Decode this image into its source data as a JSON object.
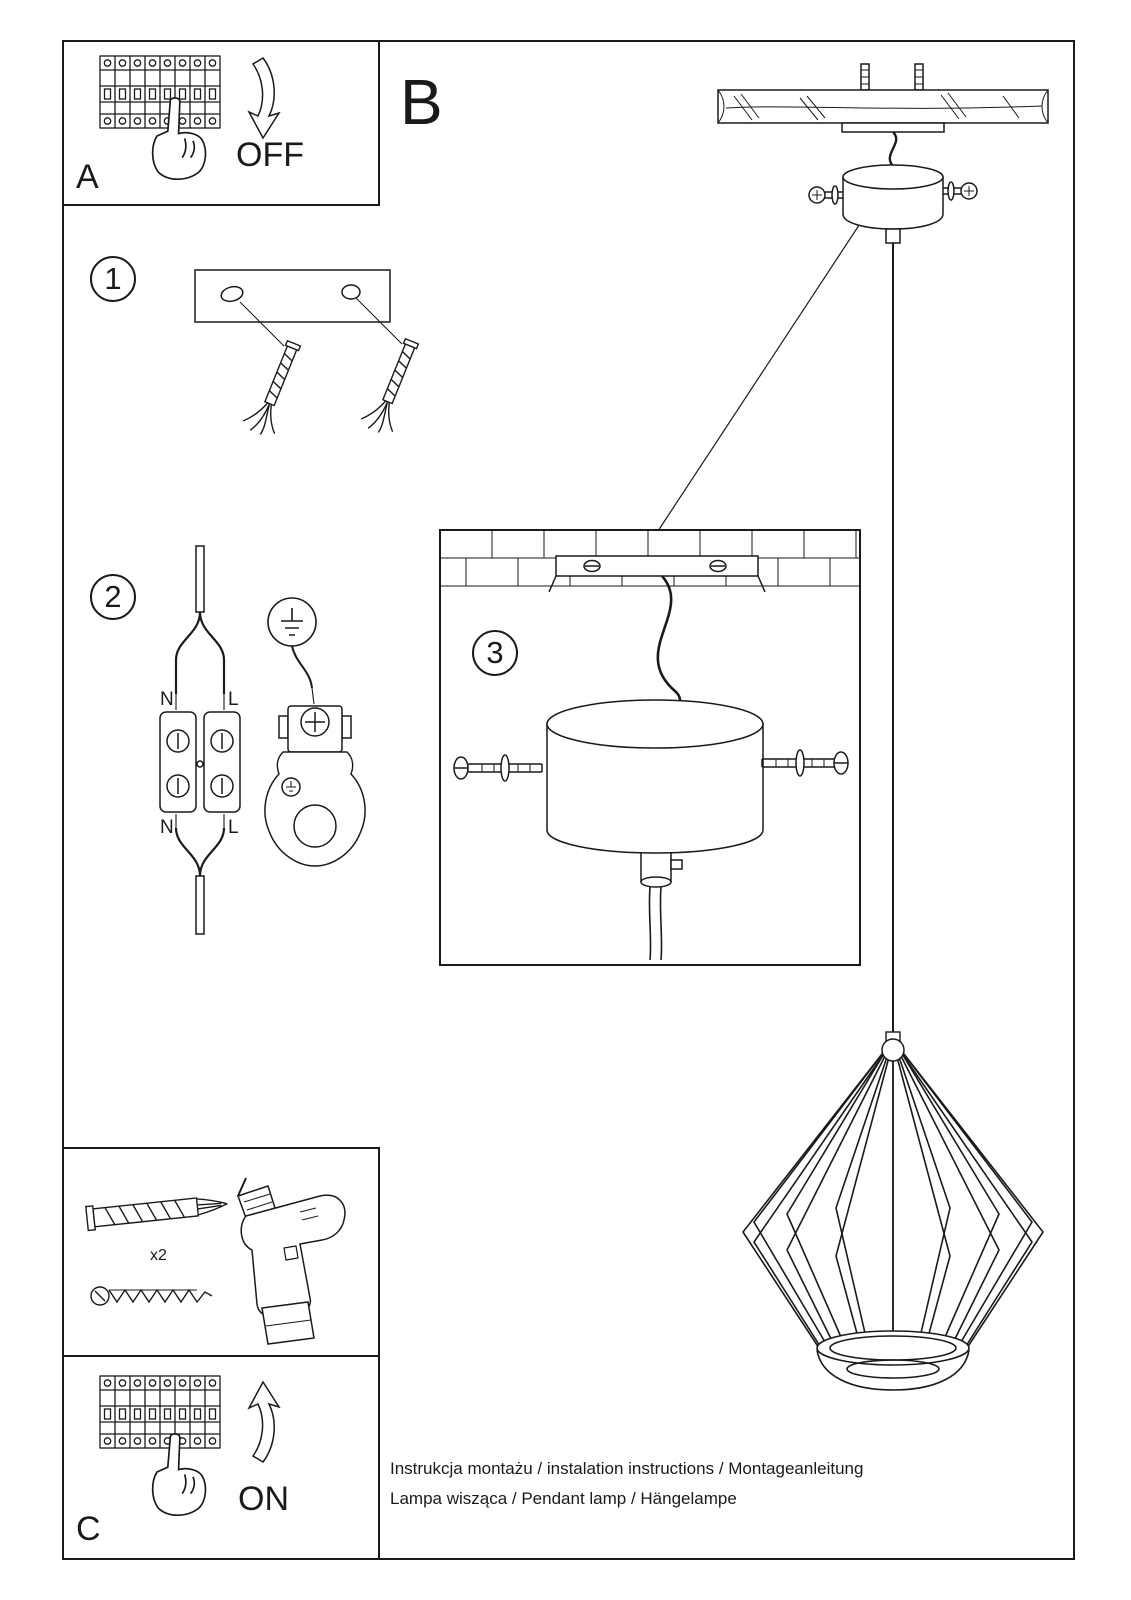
{
  "panels": {
    "a": "A",
    "b": "B",
    "c": "C"
  },
  "steps": {
    "step1": "1",
    "step2": "2",
    "step3": "3"
  },
  "labels": {
    "off": "OFF",
    "on": "ON",
    "x2": "x2",
    "wire_top_n": "N",
    "wire_top_l": "L",
    "wire_bottom_n": "N",
    "wire_bottom_l": "L"
  },
  "footer": {
    "line1": "Instrukcja montażu / instalation instructions / Montageanleitung",
    "line2": "Lampa wisząca / Pendant lamp / Hängelampe"
  },
  "colors": {
    "line": "#1a1a1a",
    "background": "#ffffff"
  }
}
